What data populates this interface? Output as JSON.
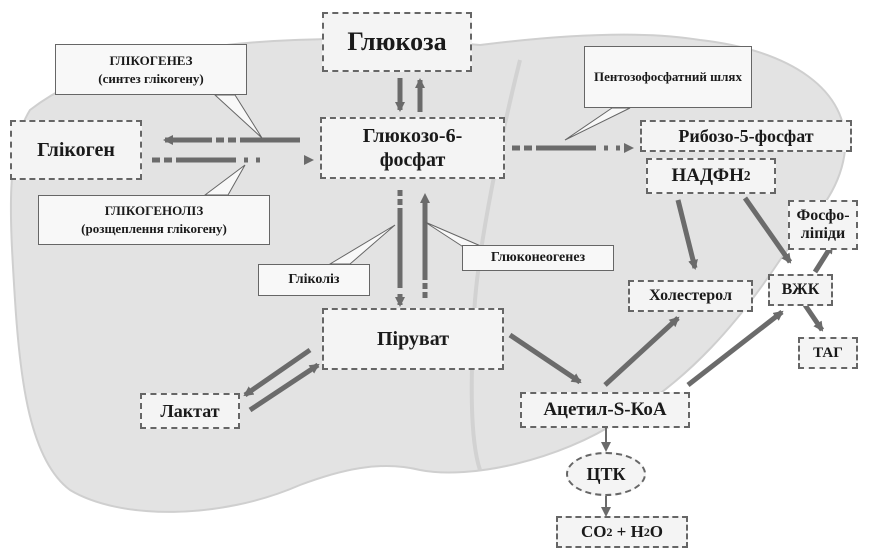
{
  "nodes": {
    "glucose": "Глюкоза",
    "glycogen": "Глікоген",
    "g6p": "Глюкозо-6-фосфат",
    "ribose": "Рибозо-5-фосфат",
    "nadph": "НАДФН",
    "nadph_sub": "2",
    "phospholipids": "Фосфо-ліпіди",
    "cholesterol": "Холестерол",
    "vzhk": "ВЖК",
    "tag": "ТАГ",
    "pyruvate": "Піруват",
    "lactate": "Лактат",
    "acetyl": "Ацетил-S-КоА",
    "tca": "ЦТК",
    "co2": "CO",
    "co2_sub": "2",
    "plus": " + H",
    "h2o_sub": "2",
    "h2o_o": "O"
  },
  "callouts": {
    "glycogenesis_title": "ГЛІКОГЕНЕЗ",
    "glycogenesis_sub": "(синтез глікогену)",
    "glycogenolysis_title": "ГЛІКОГЕНОЛІЗ",
    "glycogenolysis_sub": "(розщеплення глікогену)",
    "pentose": "Пентозофосфатний шлях",
    "glycolysis": "Гліколіз",
    "gluconeogenesis": "Глюконеогенез"
  },
  "colors": {
    "liver": "#e3e3e3",
    "liver_edge": "#cfcfcf",
    "arrow": "#6b6b6b",
    "border": "#666666"
  }
}
